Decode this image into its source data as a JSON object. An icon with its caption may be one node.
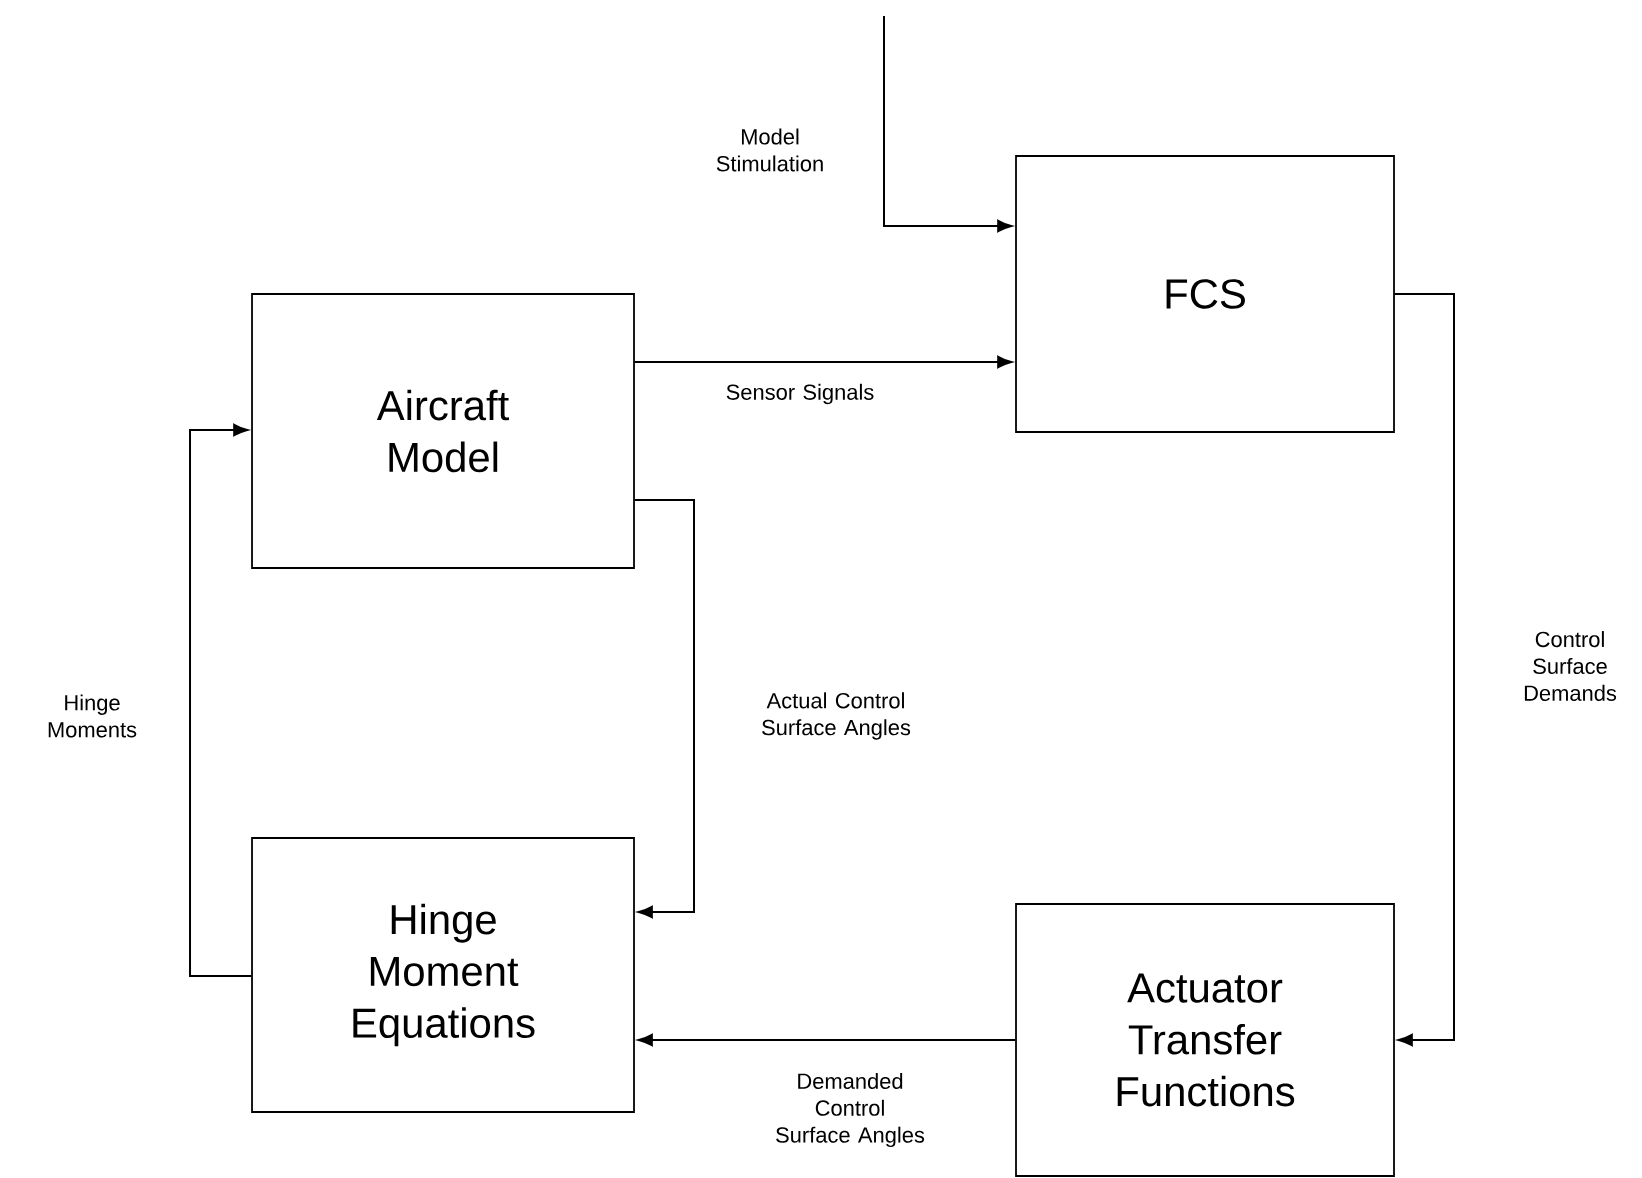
{
  "diagram": {
    "nodes": [
      {
        "text": [
          "FCS"
        ]
      },
      {
        "text": [
          "Aircraft Model"
        ]
      },
      {
        "text": [
          "Hinge Moment Equations"
        ]
      },
      {
        "text": [
          "Actuator Transfer Functions"
        ]
      }
    ],
    "edges": [
      {
        "from": null,
        "to": 0,
        "arrow": "to",
        "label": "Model Stimulation"
      },
      {
        "from": 1,
        "to": 0,
        "arrow": "to",
        "label": "Sensor Signals"
      },
      {
        "from": 0,
        "to": 3,
        "arrow": "to",
        "label": "Control Surface Demands"
      },
      {
        "from": 3,
        "to": 2,
        "arrow": "to",
        "label": "Demanded Control Surface Angles"
      },
      {
        "from": 1,
        "to": 2,
        "arrow": "to",
        "label": "Actual Control Surface Angles"
      },
      {
        "from": 2,
        "to": 1,
        "arrow": "to",
        "label": "Hinge Moments"
      }
    ]
  }
}
